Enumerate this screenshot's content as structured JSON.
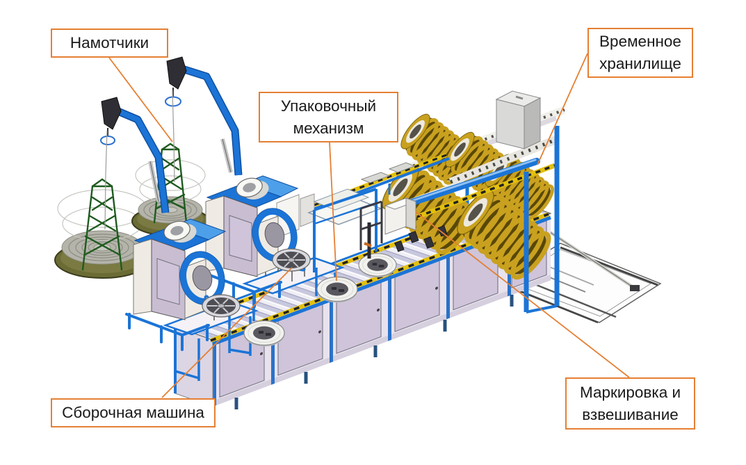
{
  "callouts": {
    "winders": {
      "label": "Намотчики"
    },
    "packaging": {
      "label": "Упаковочный механизм"
    },
    "temporary_storage": {
      "label": "Временное хранилище"
    },
    "assembly_machine": {
      "label": "Сборочная машина"
    },
    "marking_weighing": {
      "label": "Маркировка и взвешивание"
    }
  },
  "colors": {
    "accent": "#E57F33",
    "label-text": "#1A1A1A",
    "machine-blue": "#1B74D6",
    "machine-blue-dark": "#0E4FA0",
    "machine-blue-light": "#4D9FEA",
    "panel-mauve": "#C9BDD1",
    "panel-light": "#EFEBE4",
    "panel-door": "#CFC4DA",
    "coil-gold": "#C9A11F",
    "coil-gold-dark": "#594708",
    "frame-green": "#1F5B1F",
    "basket-olive": "#6B6B35",
    "roller-lav": "#C7C7DE",
    "hazard-yellow": "#E3C00E",
    "wire": "#9B9B9B"
  }
}
